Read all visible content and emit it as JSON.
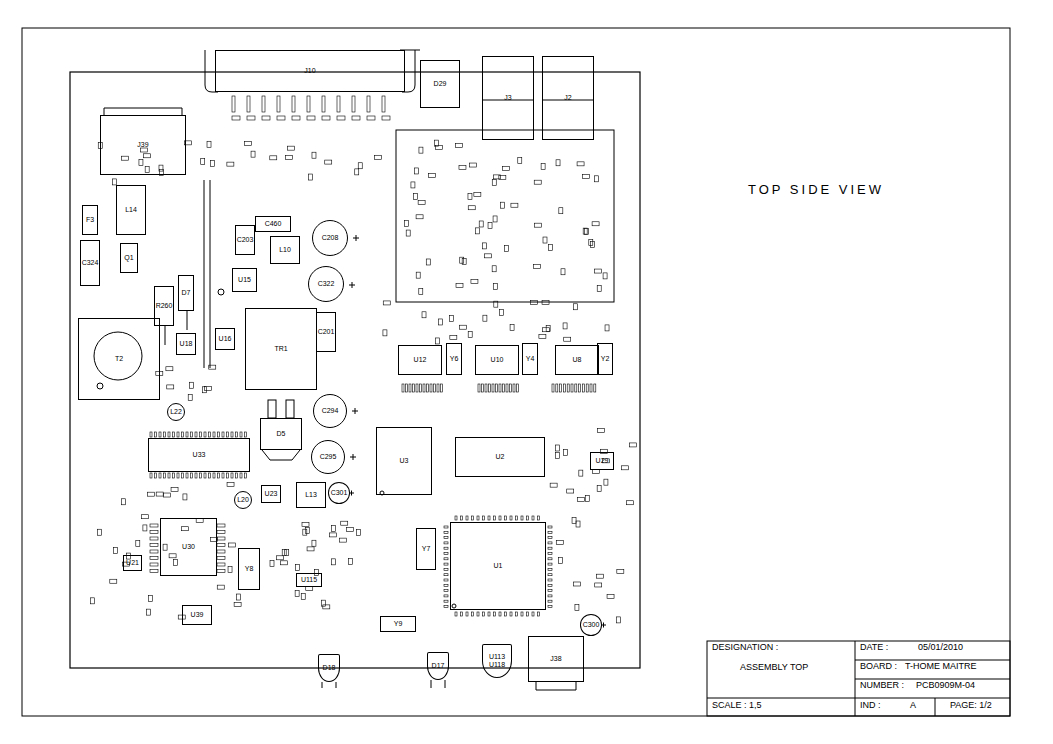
{
  "diagram": {
    "nodes": [
      {
        "text": [
          "J10"
        ]
      },
      {
        "text": [
          "D29"
        ]
      },
      {
        "text": [
          "J3"
        ]
      },
      {
        "text": [
          "J2"
        ]
      },
      {
        "text": [
          "J39"
        ]
      },
      {
        "text": [
          "L14"
        ]
      },
      {
        "text": [
          "F3"
        ]
      },
      {
        "text": [
          "C460"
        ]
      },
      {
        "text": [
          "C208"
        ]
      },
      {
        "text": [
          "C203"
        ]
      },
      {
        "text": [
          "L10"
        ]
      },
      {
        "text": [
          "Q1"
        ]
      },
      {
        "text": [
          "C324"
        ]
      },
      {
        "text": [
          "U15"
        ]
      },
      {
        "text": [
          "C322"
        ]
      },
      {
        "text": [
          "R260"
        ]
      },
      {
        "text": [
          "D7"
        ]
      },
      {
        "text": [
          "TR1"
        ]
      },
      {
        "text": [
          "C201"
        ]
      },
      {
        "text": [
          "U18"
        ]
      },
      {
        "text": [
          "U16"
        ]
      },
      {
        "text": [
          "T2"
        ]
      },
      {
        "text": [
          "U12"
        ]
      },
      {
        "text": [
          "Y6"
        ]
      },
      {
        "text": [
          "U10"
        ]
      },
      {
        "text": [
          "Y4"
        ]
      },
      {
        "text": [
          "U8"
        ]
      },
      {
        "text": [
          "Y2"
        ]
      },
      {
        "text": [
          "L22"
        ]
      },
      {
        "text": [
          "D5"
        ]
      },
      {
        "text": [
          "C294"
        ]
      },
      {
        "text": [
          "C295"
        ]
      },
      {
        "text": [
          "U3"
        ]
      },
      {
        "text": [
          "U2"
        ]
      },
      {
        "text": [
          "U33"
        ]
      },
      {
        "text": [
          "U29"
        ]
      },
      {
        "text": [
          "U23"
        ]
      },
      {
        "text": [
          "L13"
        ]
      },
      {
        "text": [
          "C301"
        ]
      },
      {
        "text": [
          "L20"
        ]
      },
      {
        "text": [
          "U30"
        ]
      },
      {
        "text": [
          "Y7"
        ]
      },
      {
        "text": [
          "U1"
        ]
      },
      {
        "text": [
          "U21"
        ]
      },
      {
        "text": [
          "Y8"
        ]
      },
      {
        "text": [
          "U115"
        ]
      },
      {
        "text": [
          "U39"
        ]
      },
      {
        "text": [
          "C300"
        ]
      },
      {
        "text": [
          "Y9"
        ]
      },
      {
        "text": [
          "J38"
        ]
      },
      {
        "text": [
          "D18"
        ]
      },
      {
        "text": [
          "D17"
        ]
      },
      {
        "text": [
          "U113",
          "U118"
        ]
      }
    ],
    "labels": [
      "TOP SIDE VIEW",
      "DESIGNATION :",
      "ASSEMBLY TOP",
      "DATE :",
      "05/01/2010",
      "BOARD :",
      "T-HOME MAITRE",
      "NUMBER :",
      "PCB0909M-04",
      "SCALE : 1,5",
      "IND :",
      "A",
      "PAGE: 1/2"
    ]
  }
}
